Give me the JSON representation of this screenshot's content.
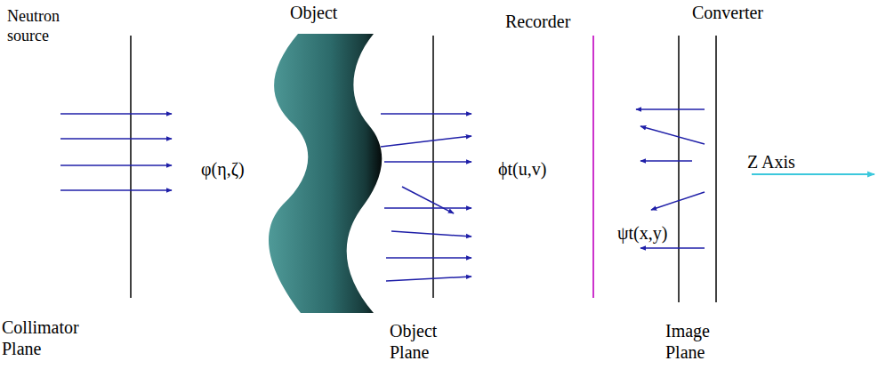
{
  "diagram": {
    "labels": [
      "Object",
      "Converter",
      "Neutron source",
      "Recorder",
      "φ(η,ζ)",
      "ϕt(u,v)",
      "Z Axis",
      "ψt(x,y)",
      "Collimator Plane",
      "Object Plane",
      "Image Plane"
    ]
  }
}
